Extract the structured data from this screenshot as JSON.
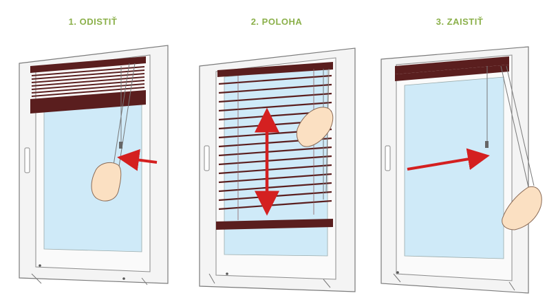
{
  "steps": [
    {
      "title": "1. ODISTIŤ"
    },
    {
      "title": "2. POLOHA"
    },
    {
      "title": "3. ZAISTIŤ"
    }
  ],
  "colors": {
    "step_title": "#8bb04a",
    "blind": "#5a1e1e",
    "arrow": "#d42020",
    "glass": "#cfeaf8",
    "frame": "#f4f4f4",
    "outline": "#7a7a7a",
    "skin": "#fbe0c2"
  },
  "icons": {
    "release-arrow": "arrow-left",
    "position-arrow": "arrow-up-down",
    "lock-arrow": "arrow-right"
  }
}
